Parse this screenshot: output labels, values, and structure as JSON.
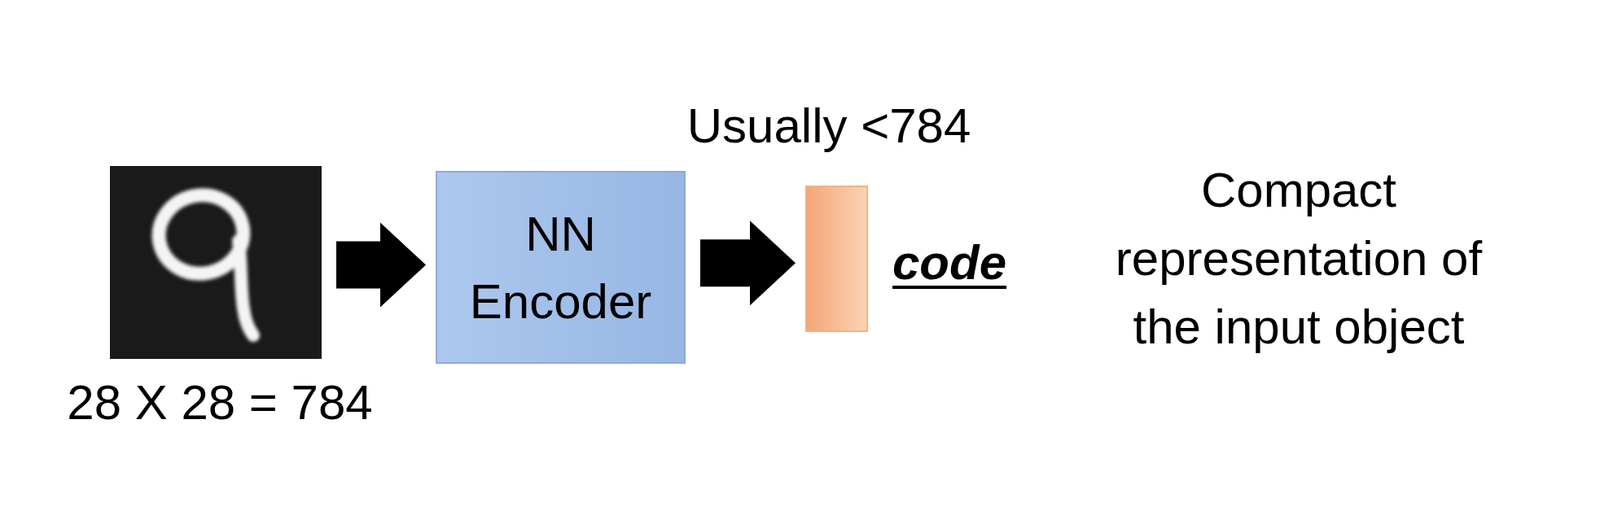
{
  "diagram": {
    "nodes": [
      {
        "text": [
          "28 X 28 = 784"
        ]
      },
      {
        "text": [
          "NN Encoder"
        ]
      },
      {
        "text": [
          "Usually <784",
          "code"
        ]
      }
    ],
    "edges": [
      {
        "from": 0,
        "to": 1,
        "arrow": "to"
      },
      {
        "from": 1,
        "to": 2,
        "arrow": "to"
      }
    ],
    "labels": [
      "Compact representation of the input object"
    ]
  }
}
